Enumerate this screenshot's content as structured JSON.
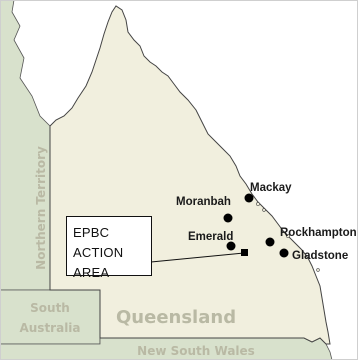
{
  "map": {
    "colors": {
      "land_queensland": "#f1efde",
      "land_neighbours": "#d8e1cc",
      "sea": "#ffffff",
      "label_state": "#b9b9a4",
      "border": "#444444",
      "marker": "#000000"
    },
    "states": {
      "northern_territory": "Northern Territory",
      "south_australia_line1": "South",
      "south_australia_line2": "Australia",
      "queensland": "Queensland",
      "new_south_wales": "New South Wales"
    },
    "cities": [
      {
        "name": "Moranbah",
        "marker": "circle"
      },
      {
        "name": "Mackay",
        "marker": "circle"
      },
      {
        "name": "Emerald",
        "marker": "circle"
      },
      {
        "name": "Rockhampton",
        "marker": "circle"
      },
      {
        "name": "Gladstone",
        "marker": "circle"
      }
    ],
    "callout": {
      "line1": "EPBC ACTION",
      "line2": "AREA",
      "marker": "square"
    }
  }
}
